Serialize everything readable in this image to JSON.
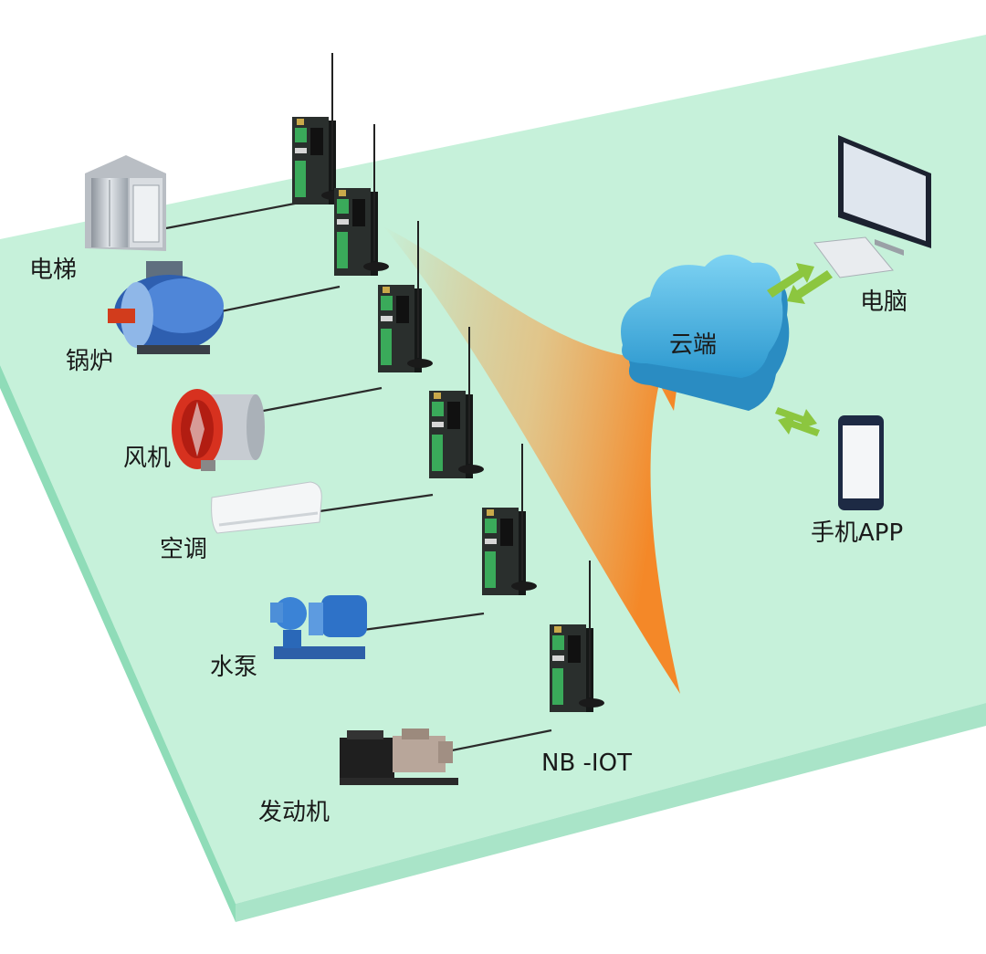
{
  "devices": [
    {
      "label": "电梯",
      "icon": "elevator-icon"
    },
    {
      "label": "锅炉",
      "icon": "boiler-icon"
    },
    {
      "label": "风机",
      "icon": "fan-icon"
    },
    {
      "label": "空调",
      "icon": "air-conditioner-icon"
    },
    {
      "label": "水泵",
      "icon": "water-pump-icon"
    },
    {
      "label": "发动机",
      "icon": "generator-icon"
    }
  ],
  "gateway_label": "NB -IOT",
  "cloud_label": "云端",
  "clients": [
    {
      "label": "电脑",
      "icon": "computer-icon"
    },
    {
      "label": "手机APP",
      "icon": "phone-app-icon"
    }
  ],
  "colors": {
    "platform_top": "#c6f1da",
    "platform_side": "#8fdcb8",
    "cloud": "#3aa9d8",
    "arrow_green": "#8cc63f",
    "flow_orange": "#f6831f"
  }
}
